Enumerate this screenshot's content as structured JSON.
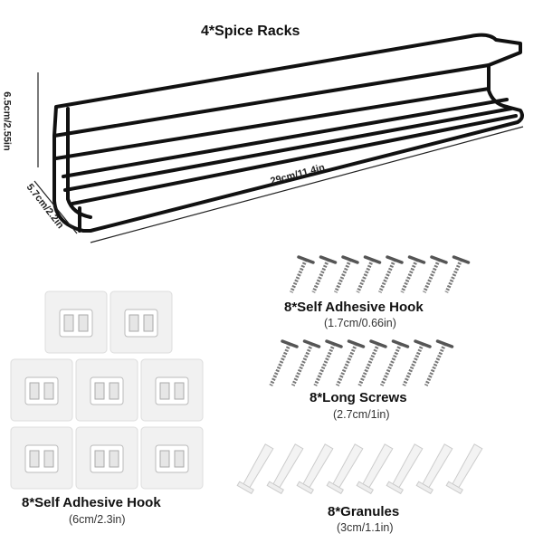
{
  "rack": {
    "title": "4*Spice Racks",
    "height": "6.5cm/2.55in",
    "depth": "5.7cm/2.2in",
    "width": "29cm/11.4in"
  },
  "screws_short": {
    "title": "8*Self Adhesive Hook",
    "size": "(1.7cm/0.66in)",
    "count": 8
  },
  "screws_long": {
    "title": "8*Long Screws",
    "size": "(2.7cm/1in)",
    "count": 8
  },
  "hooks": {
    "title": "8*Self Adhesive Hook",
    "size": "(6cm/2.3in)",
    "count": 8
  },
  "granules": {
    "title": "8*Granules",
    "size": "(3cm/1.1in)",
    "count": 8
  }
}
